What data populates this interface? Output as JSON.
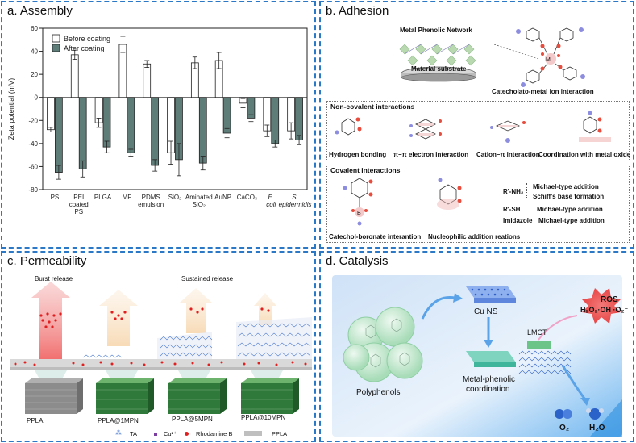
{
  "panels": {
    "a": {
      "title": "a. Assembly"
    },
    "b": {
      "title": "b. Adhesion"
    },
    "c": {
      "title": "c. Permeability"
    },
    "d": {
      "title": "d. Catalysis"
    }
  },
  "chart_data": {
    "type": "bar",
    "ylabel": "Zeta potential (mV)",
    "ylim": [
      -80,
      60
    ],
    "yticks": [
      -80,
      -60,
      -40,
      -20,
      0,
      20,
      40,
      60
    ],
    "categories": [
      "PS",
      "PEI coated PS",
      "PLGA",
      "MF",
      "PDMS emulsion",
      "SiO₂",
      "Aminated SiO₂",
      "AuNP",
      "CaCO₃",
      "E. coli",
      "S. epidermidis"
    ],
    "category_lines": [
      [
        "PS"
      ],
      [
        "PEI",
        "coated",
        "PS"
      ],
      [
        "PLGA"
      ],
      [
        "MF"
      ],
      [
        "PDMS",
        "emulsion"
      ],
      [
        "SiO₂"
      ],
      [
        "Aminated",
        "SiO₂"
      ],
      [
        "AuNP"
      ],
      [
        "CaCO₃"
      ],
      [
        "E.",
        "coli"
      ],
      [
        "S.",
        "epidermidis"
      ]
    ],
    "series": [
      {
        "name": "Before coating",
        "color": "#ffffff",
        "values": [
          -28,
          37,
          -22,
          46,
          29,
          -48,
          30,
          32,
          -5,
          -29,
          -29
        ],
        "errors": [
          2,
          4,
          4,
          7,
          3,
          10,
          5,
          7,
          4,
          5,
          7
        ]
      },
      {
        "name": "After coating",
        "color": "#5f7d78",
        "values": [
          -65,
          -62,
          -43,
          -48,
          -59,
          -54,
          -57,
          -31,
          -18,
          -40,
          -37
        ],
        "errors": [
          6,
          7,
          5,
          3,
          5,
          14,
          6,
          4,
          3,
          3,
          4
        ]
      }
    ],
    "legend": "top-left"
  },
  "adhesion": {
    "mpn_label": "Metal Phenolic Network",
    "substrate_label": "Material substrate",
    "catecholato_label": "Catecholato-metal ion interaction",
    "noncovalent_title": "Non-covalent interactions",
    "noncovalent_items": [
      "Hydrogen bonding",
      "π–π electron interaction",
      "Cation–π interaction",
      "Coordination with metal oxide"
    ],
    "covalent_title": "Covalent interactions",
    "covalent_items": [
      "Catechol-boronate interantion",
      "Nucleophilic addition reations"
    ],
    "reactions": [
      {
        "reagent": "R'-NH₂",
        "products": [
          "Michael-type addition",
          "Schiff's base formation"
        ]
      },
      {
        "reagent": "R'-SH",
        "products": [
          "Michael-type addition"
        ]
      },
      {
        "reagent": "Imidazole",
        "products": [
          "Michael-type addition"
        ]
      }
    ]
  },
  "permeability": {
    "burst": "Burst release",
    "sustained": "Sustained release",
    "samples": [
      "PPLA",
      "PPLA@1MPN",
      "PPLA@5MPN",
      "PPLA@10MPN"
    ],
    "legend": [
      "TA",
      "Cu²⁺",
      "Rhodamine B",
      "PPLA"
    ],
    "colors": {
      "TA": "#4c7ad1",
      "Cu": "#7b3fa0",
      "rhodamine": "#e02020",
      "ppla": "#bfbfbf"
    }
  },
  "catalysis": {
    "polyphenols": "Polyphenols",
    "cuns": "Cu NS",
    "metal_phenolic": [
      "Metal-phenolic",
      "coordination"
    ],
    "lmct": "LMCT",
    "ros": "ROS",
    "ros_species": "H₂O₂·OH ·O₂⁻",
    "o2": "O₂",
    "h2o": "H₂O"
  }
}
